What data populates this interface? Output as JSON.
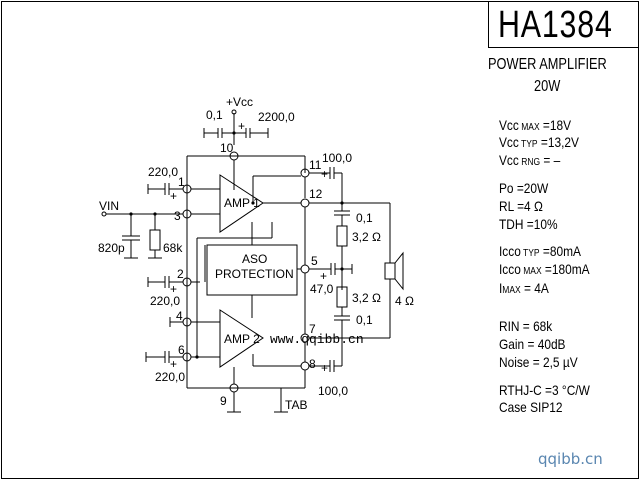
{
  "title": "HA1384",
  "subtitle": "POWER AMPLIFIER",
  "power_rating": "20W",
  "specs": [
    {
      "main": "Vcc",
      "sub": " MAX",
      "value": " =18V"
    },
    {
      "main": "Vcc",
      "sub": " TYP",
      "value": " =13,2V"
    },
    {
      "main": "Vcc",
      "sub": " RNG",
      "value": " =  –"
    },
    {
      "main": "Po",
      "sub": "",
      "value": " =20W"
    },
    {
      "main": "RL",
      "sub": "",
      "value": " =4 Ω"
    },
    {
      "main": "TDH",
      "sub": "",
      "value": " =10%"
    },
    {
      "main": "Icco",
      "sub": " TYP",
      "value": " =80mA"
    },
    {
      "main": "Icco",
      "sub": " MAX",
      "value": " =180mA"
    },
    {
      "main": "I",
      "sub": "MAX",
      "value": "  =  4A"
    },
    {
      "main": "RIN",
      "sub": "",
      "value": "  =  68k"
    },
    {
      "main": "Gain",
      "sub": "",
      "value": "  =  40dB"
    },
    {
      "main": "Noise",
      "sub": "",
      "value": " = 2,5 µV"
    },
    {
      "main": "RTHJ-C",
      "sub": "",
      "value": " =3 °C/W"
    },
    {
      "main": "Case",
      "sub": "",
      "value": "   SIP12"
    }
  ],
  "schematic": {
    "blocks": {
      "amp1": "AMP  1",
      "amp2": "AMP  2",
      "aso_line1": "ASO",
      "aso_line2": "PROTECTION"
    },
    "pins": {
      "p1": "1",
      "p2": "2",
      "p3": "3",
      "p4": "4",
      "p5": "5",
      "p6": "6",
      "p7": "7",
      "p8": "8",
      "p9": "9",
      "p10": "10",
      "p11": "11",
      "p12": "12",
      "tab": "TAB"
    },
    "supply_label": "+Vcc",
    "input_label": "VIN",
    "components": {
      "c_vcc_small": "0,1",
      "c_vcc_big": "2200,0",
      "c_pin1": "220,0",
      "c_pin2": "220,0",
      "c_pin6": "220,0",
      "c_in": "820p",
      "r_in": "68k",
      "c_pin11": "100,0",
      "c_pin8": "100,0",
      "c_pin5": "47,0",
      "c_zobel1": "0,1",
      "r_zobel1": "3,2 Ω",
      "r_zobel2": "3,2 Ω",
      "c_zobel2": "0,1",
      "speaker": "4 Ω"
    },
    "plus_sign": "+",
    "watermark_inline": "www.qqibb.cn"
  },
  "watermark": "qqibb.cn"
}
